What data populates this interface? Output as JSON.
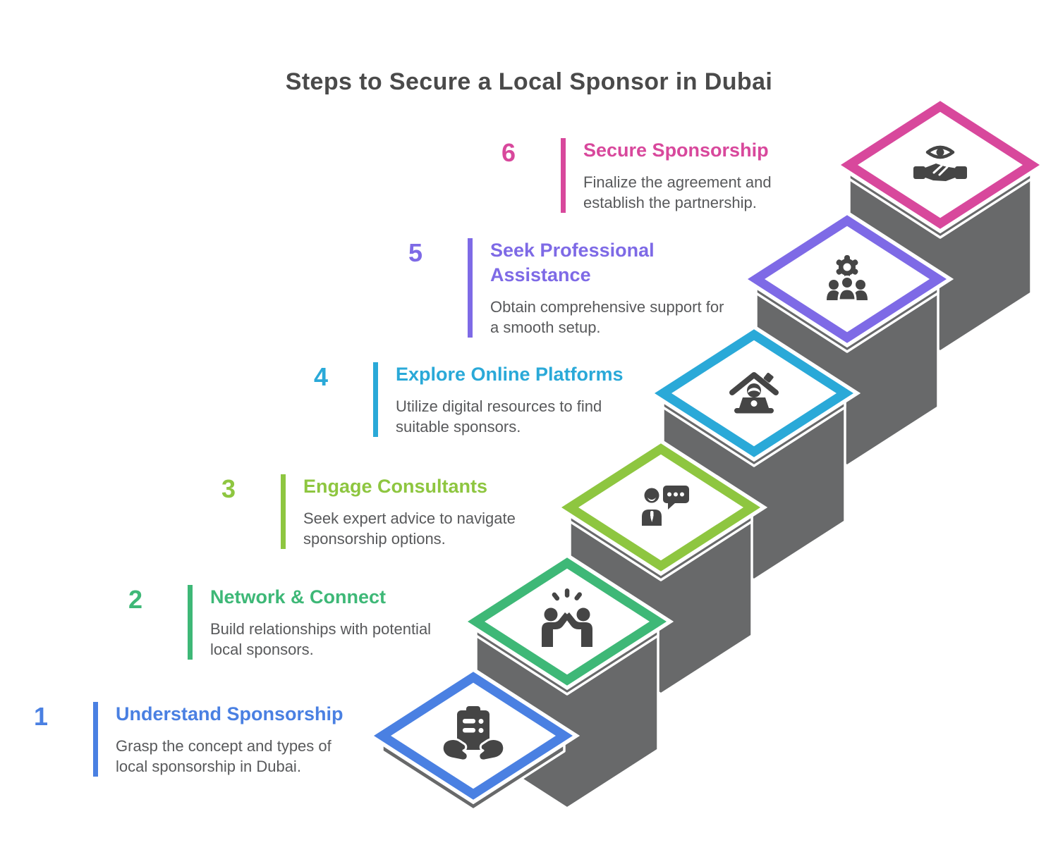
{
  "page": {
    "title": "Steps to Secure a Local Sponsor in Dubai",
    "background": "#ffffff"
  },
  "colors": {
    "heading_text": "#4a4a4a",
    "description_text": "#58595b",
    "stair_gray": "#68696a",
    "icon_dark": "#454545"
  },
  "steps": [
    {
      "number": "1",
      "title": "Understand Sponsorship",
      "description": "Grasp the concept and types of local sponsorship in Dubai.",
      "color": "#4a80e2",
      "icon": "clipboard-hands-icon"
    },
    {
      "number": "2",
      "title": "Network & Connect",
      "description": "Build relationships with potential local sponsors.",
      "color": "#3eb877",
      "icon": "high-five-icon"
    },
    {
      "number": "3",
      "title": "Engage Consultants",
      "description": "Seek expert advice to navigate sponsorship options.",
      "color": "#8ec640",
      "icon": "consultant-chat-icon"
    },
    {
      "number": "4",
      "title": "Explore Online Platforms",
      "description": "Utilize digital resources to find suitable sponsors.",
      "color": "#2aa9d8",
      "icon": "home-office-icon"
    },
    {
      "number": "5",
      "title": "Seek Professional Assistance",
      "description": "Obtain comprehensive support for a smooth setup.",
      "color": "#7e6ae6",
      "icon": "team-gear-icon"
    },
    {
      "number": "6",
      "title": "Secure Sponsorship",
      "description": "Finalize the agreement and establish the partnership.",
      "color": "#d8489c",
      "icon": "handshake-eye-icon"
    }
  ]
}
